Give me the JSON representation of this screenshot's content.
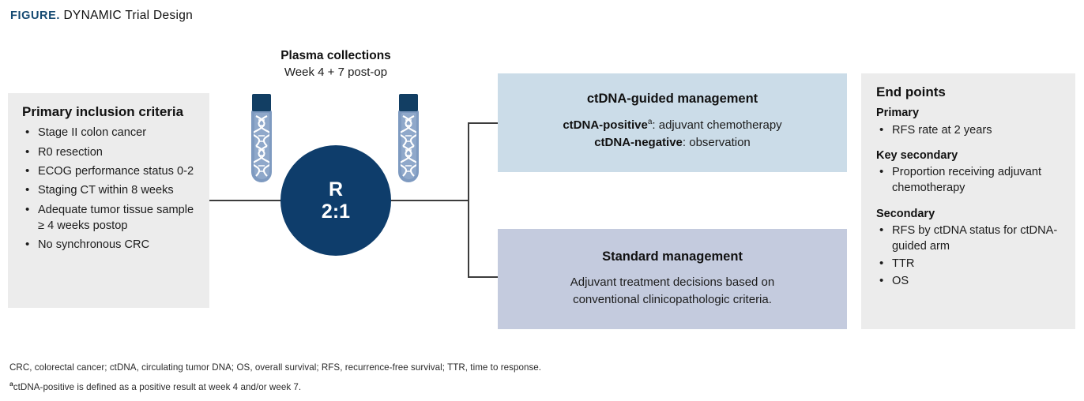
{
  "figure": {
    "keyword": "FIGURE.",
    "title": "DYNAMIC Trial Design"
  },
  "plasma": {
    "heading": "Plasma collections",
    "subheading": "Week 4 + 7 post-op",
    "tube_icon": "test-tube-dna-icon"
  },
  "randomization": {
    "label": "R",
    "ratio": "2:1"
  },
  "inclusion": {
    "heading": "Primary inclusion criteria",
    "items": [
      "Stage II colon cancer",
      "R0 resection",
      "ECOG performance status 0-2",
      "Staging CT within 8 weeks",
      "Adequate tumor tissue sample ≥ 4 weeks postop",
      "No synchronous CRC"
    ]
  },
  "arms": [
    {
      "key": "ctdna-guided",
      "title": "ctDNA-guided management",
      "lines": [
        {
          "strong": "ctDNA-positive",
          "marker": "a",
          "rest": ": adjuvant chemotherapy"
        },
        {
          "strong": "ctDNA-negative",
          "marker": "",
          "rest": ": observation"
        }
      ],
      "color": "#CBDCE8"
    },
    {
      "key": "standard",
      "title": "Standard management",
      "body": "Adjuvant treatment decisions based on conventional clinicopathologic criteria.",
      "color": "#C4CBDE"
    }
  ],
  "endpoints": {
    "heading": "End points",
    "groups": [
      {
        "label": "Primary",
        "items": [
          "RFS rate at 2 years"
        ]
      },
      {
        "label": "Key secondary",
        "items": [
          "Proportion receiving adjuvant chemotherapy"
        ]
      },
      {
        "label": "Secondary",
        "items": [
          "RFS by ctDNA status for ctDNA-guided arm",
          "TTR",
          "OS"
        ]
      }
    ]
  },
  "footnotes": {
    "abbreviations": "CRC, colorectal cancer; ctDNA, circulating tumor DNA; OS, overall survival; RFS, recurrence-free survival; TTR, time to response.",
    "marker": "a",
    "note": "ctDNA-positive is defined as a positive result at week 4 and/or week 7."
  },
  "colors": {
    "navy": "#0E3D6B",
    "title_blue": "#154A72",
    "panel_gray": "#ECECEC",
    "arm_blue": "#CBDCE8",
    "arm_lavender": "#C4CBDE"
  }
}
